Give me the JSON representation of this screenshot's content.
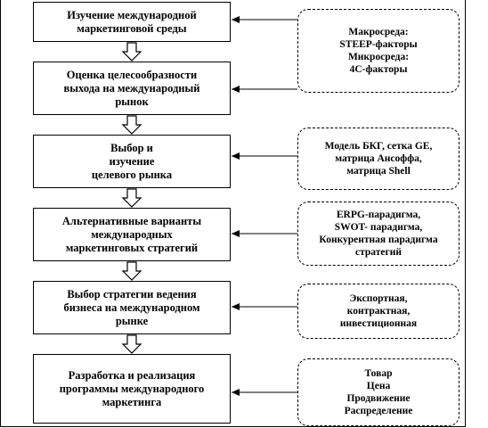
{
  "steps": [
    {
      "text": "Изучение международной\nмаркетинговой среды"
    },
    {
      "text": "Оценка целесообразности\nвыхода на международный\nрынок"
    },
    {
      "text": "Выбор и\nизучение\nцелевого рынка"
    },
    {
      "text": "Альтернативные варианты\nмеждународных\nмаркетинговых стратегий"
    },
    {
      "text": "Выбор стратегии ведения\nбизнеса на международном\nрынке"
    },
    {
      "text": "Разработка и реализация\nпрограммы международного\nмаркетинга"
    }
  ],
  "notes": [
    {
      "text": "Макросреда:\nSTEEP-факторы\nМикросреда:\n4C-факторы"
    },
    {
      "text": "Модель БКГ, сетка GE,\nматрица Ансоффа,\nматрица Shell"
    },
    {
      "text": "ERPG-парадигма,\nSWOT- парадигма,\nКонкурентная парадигма\nстратегий"
    },
    {
      "text": "Экспортная,\nконтрактная,\nинвестиционная"
    },
    {
      "text": "Товар\nЦена\nПродвижение\nРаспределение"
    }
  ]
}
